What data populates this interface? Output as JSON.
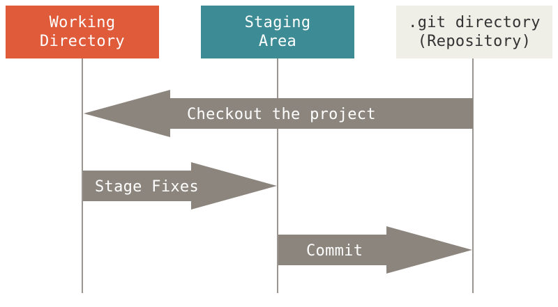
{
  "columns": {
    "working": {
      "line1": "Working",
      "line2": "Directory",
      "color": "#e05b3a"
    },
    "staging": {
      "line1": "Staging",
      "line2": "Area",
      "color": "#3d8c95"
    },
    "repository": {
      "line1": ".git directory",
      "line2": "(Repository)",
      "color": "#efefe8"
    }
  },
  "arrows": {
    "checkout": {
      "label": "Checkout the project",
      "direction": "left",
      "from": "repository",
      "to": "working"
    },
    "stage": {
      "label": "Stage Fixes",
      "direction": "right",
      "from": "working",
      "to": "staging"
    },
    "commit": {
      "label": "Commit",
      "direction": "right",
      "from": "staging",
      "to": "repository"
    }
  },
  "colors": {
    "arrow": "#8c857d",
    "lifeline": "#9a958f"
  }
}
